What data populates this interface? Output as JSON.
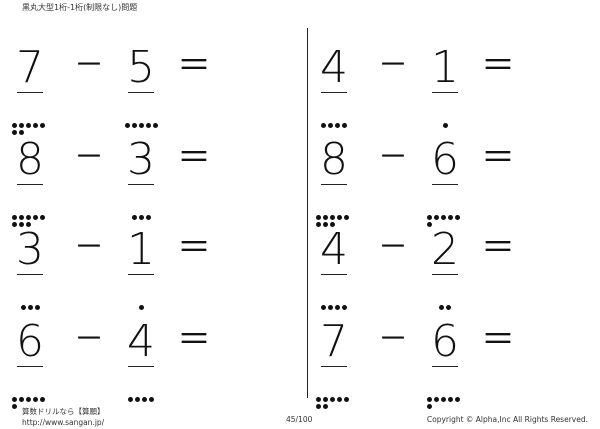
{
  "header": {
    "title": "黒丸大型1桁-1桁(制限なし)問題"
  },
  "operator": "－",
  "equals": "＝",
  "problems": [
    {
      "id": "p1",
      "a": "7",
      "b": "5"
    },
    {
      "id": "p2",
      "a": "8",
      "b": "3"
    },
    {
      "id": "p3",
      "a": "3",
      "b": "1"
    },
    {
      "id": "p4",
      "a": "6",
      "b": "4"
    },
    {
      "id": "p5",
      "a": "4",
      "b": "1"
    },
    {
      "id": "p6",
      "a": "8",
      "b": "6"
    },
    {
      "id": "p7",
      "a": "4",
      "b": "2"
    },
    {
      "id": "p8",
      "a": "7",
      "b": "6"
    }
  ],
  "footer": {
    "brand": "算数ドリルなら【算願】",
    "url": "http://www.sangan.jp/",
    "page": "45/100",
    "copyright": "Copyright © Alpha,Inc All Rights Reserved."
  }
}
